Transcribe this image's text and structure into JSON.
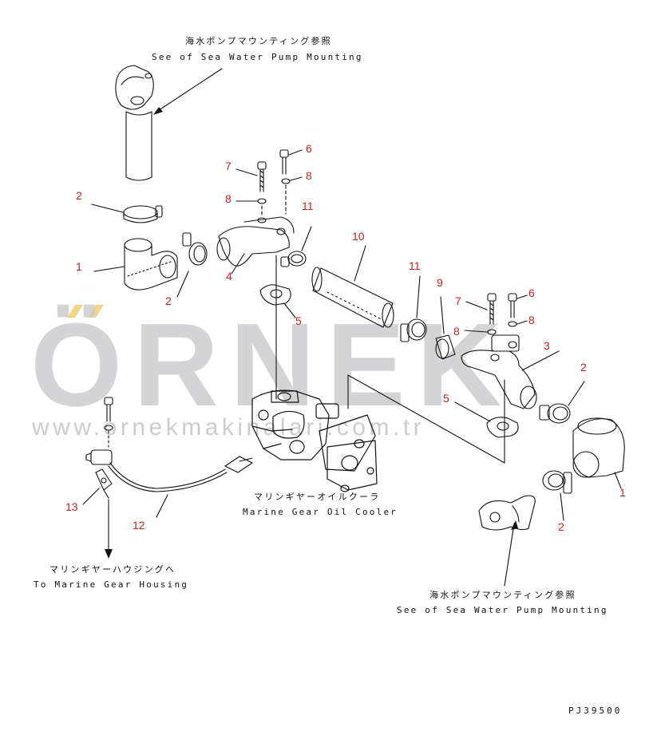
{
  "watermark": {
    "brand": "ÖRNEK",
    "url": "www.ornekmakinalari.com.tr"
  },
  "notes": {
    "sea_pump_top_jp": "海水ポンプマウンティング参照",
    "sea_pump_top_en": "See of Sea Water Pump Mounting",
    "cooler_jp": "マリンギヤーオイルクーラ",
    "cooler_en": "Marine Gear Oil Cooler",
    "housing_jp": "マリンギヤーハウジングへ",
    "housing_en": "To Marine Gear Housing",
    "sea_pump_bottom_jp": "海水ポンプマウンティング参照",
    "sea_pump_bottom_en": "See of Sea Water Pump Mounting"
  },
  "drawing_code": "PJ39500",
  "part_numbers": {
    "n1_left": "1",
    "n1_right": "1",
    "n2_top": "2",
    "n2_left": "2",
    "n2_right": "2",
    "n2_bottom": "2",
    "n3": "3",
    "n4": "4",
    "n5_left": "5",
    "n5_right": "5",
    "n6_left": "6",
    "n6_right": "6",
    "n7_left": "7",
    "n7_right": "7",
    "n8_a": "8",
    "n8_b": "8",
    "n8_c": "8",
    "n8_d": "8",
    "n9": "9",
    "n10": "10",
    "n11_left": "11",
    "n11_right": "11",
    "n12": "12",
    "n13": "13"
  },
  "colors": {
    "label": "#c8201e",
    "line": "#111111",
    "watermark": "#c9c9cc",
    "accent_dots": "#f2d58a"
  }
}
